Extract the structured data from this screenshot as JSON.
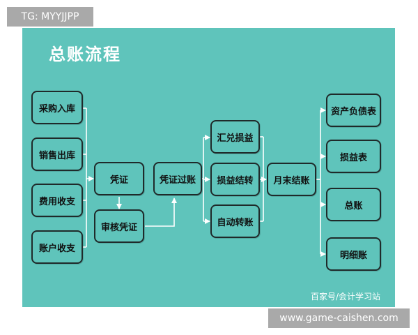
{
  "watermark_top": "TG: MYYJJPP",
  "watermark_bottom": "www.game-caishen.com",
  "title": "总账流程",
  "source": "百家号/会计学习站",
  "nodes": {
    "purchase": "采购入库",
    "sales": "销售出库",
    "expense": "费用收支",
    "account": "账户收支",
    "voucher": "凭证",
    "audit": "审核凭证",
    "posting": "凭证过账",
    "exchange": "汇兑损益",
    "transfer": "损益结转",
    "auto": "自动转账",
    "month_end": "月末结账",
    "balance_sheet": "资产负债表",
    "income_statement": "损益表",
    "general_ledger": "总账",
    "detail_ledger": "明细账"
  }
}
